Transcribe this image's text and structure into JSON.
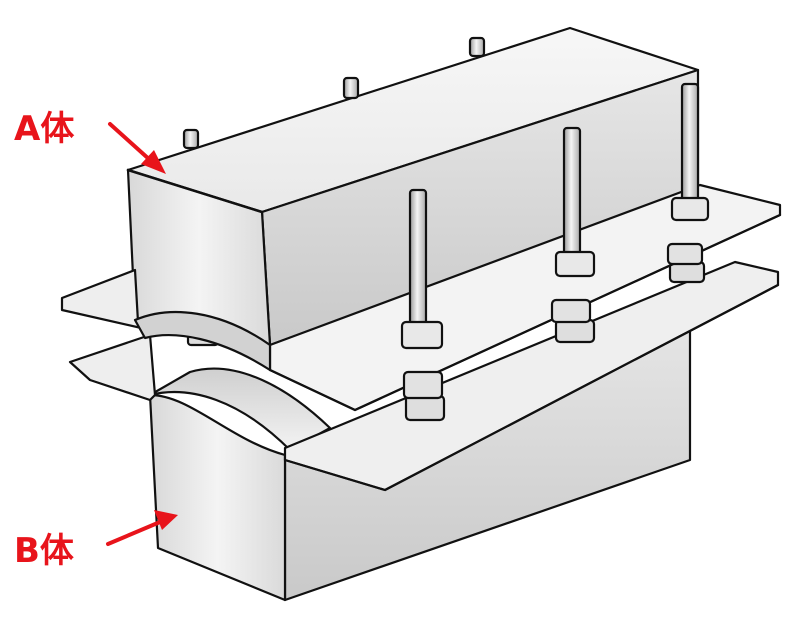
{
  "labels": {
    "a": "A体",
    "b": "B体"
  },
  "colors": {
    "label": "#e8141b",
    "outline": "#111111",
    "metal_light": "#f4f4f4",
    "metal_mid": "#dcdcdc",
    "metal_dark": "#b9b9b9"
  },
  "bolts": {
    "visible_count": 6
  }
}
